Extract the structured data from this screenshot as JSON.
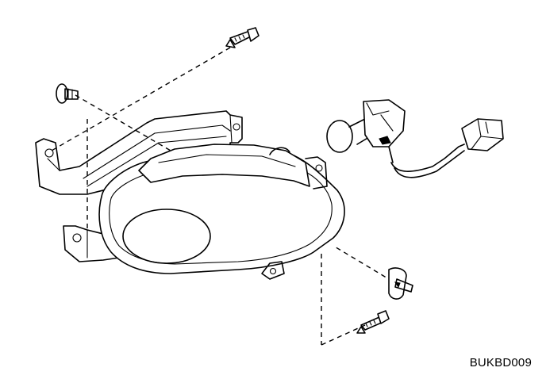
{
  "diagram": {
    "code": "BUKBD009"
  },
  "parts": [
    {
      "id": "bracket",
      "icon": "mounting-bracket"
    },
    {
      "id": "fog-lamp-housing",
      "icon": "fog-lamp-assembly"
    },
    {
      "id": "bulb-socket",
      "icon": "bulb-and-socket"
    },
    {
      "id": "connector",
      "icon": "wire-harness-connector"
    },
    {
      "id": "screw-top",
      "icon": "screw"
    },
    {
      "id": "clip-left",
      "icon": "push-clip"
    },
    {
      "id": "clip-right",
      "icon": "push-clip"
    },
    {
      "id": "screw-bottom",
      "icon": "screw"
    }
  ]
}
